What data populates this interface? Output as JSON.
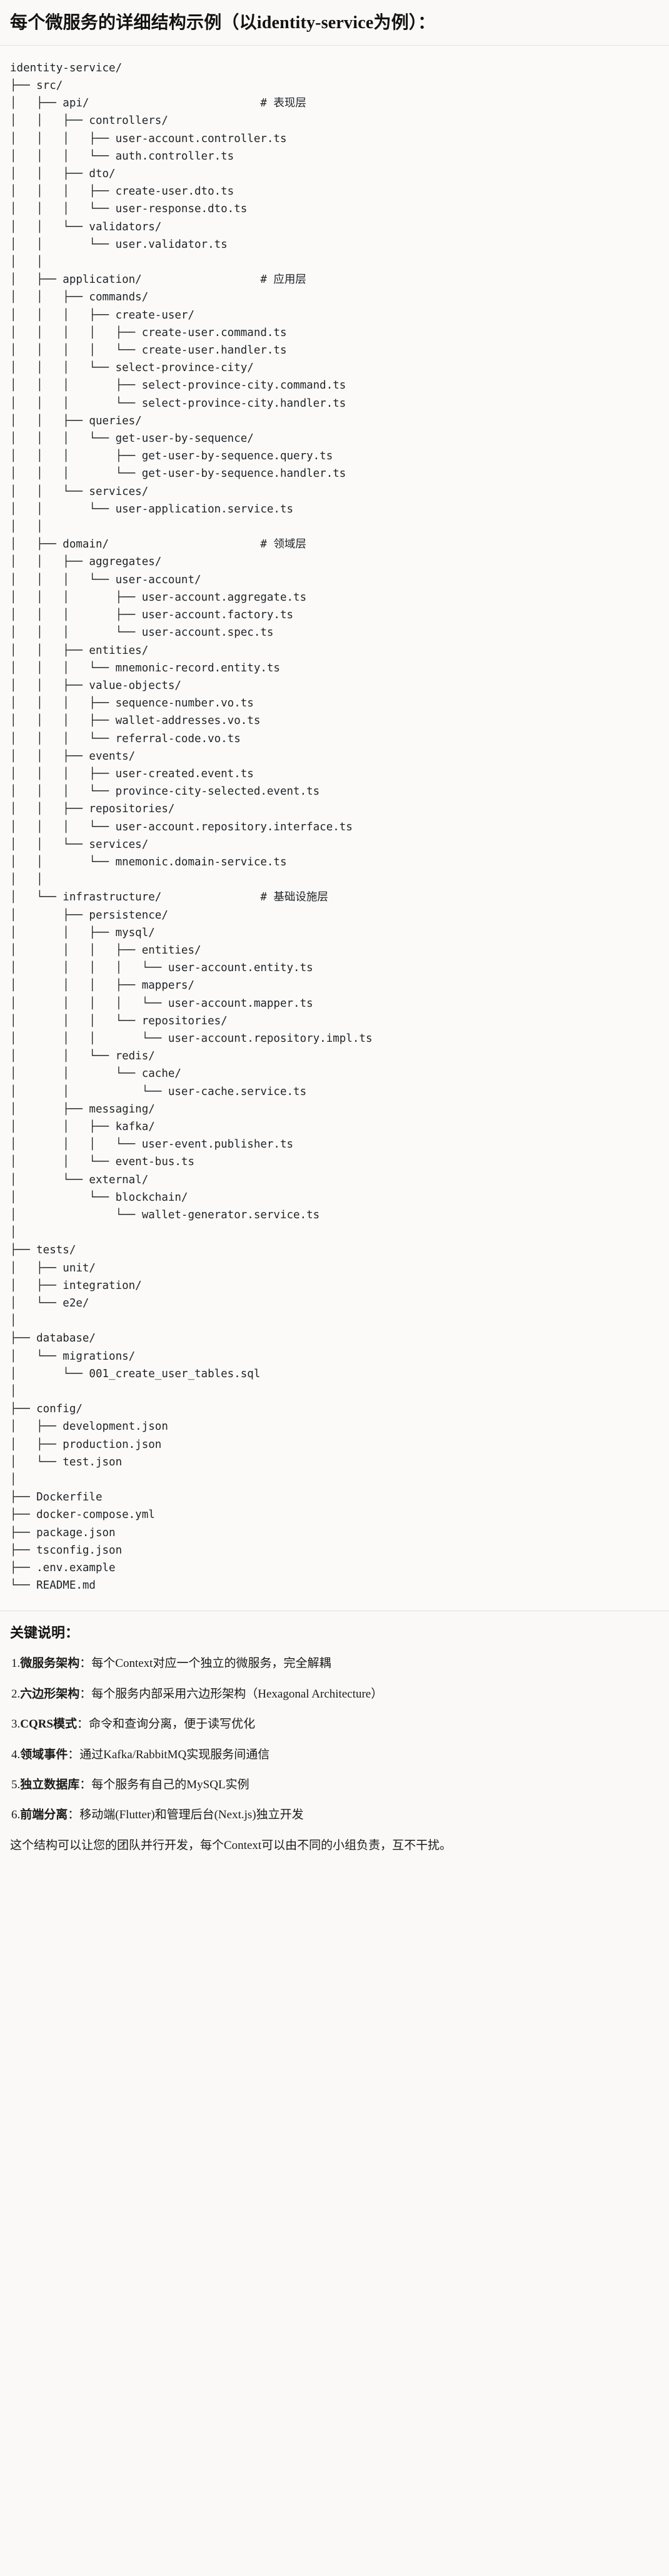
{
  "header": {
    "title": "每个微服务的详细结构示例（以identity-service为例）："
  },
  "tree": {
    "root": "identity-service/",
    "comments": {
      "api": "# 表现层",
      "application": "# 应用层",
      "domain": "# 领域层",
      "infrastructure": "# 基础设施层"
    },
    "text": "identity-service/\n├── src/\n│   ├── api/                          # 表现层\n│   │   ├── controllers/\n│   │   │   ├── user-account.controller.ts\n│   │   │   └── auth.controller.ts\n│   │   ├── dto/\n│   │   │   ├── create-user.dto.ts\n│   │   │   └── user-response.dto.ts\n│   │   └── validators/\n│   │       └── user.validator.ts\n│   │\n│   ├── application/                  # 应用层\n│   │   ├── commands/\n│   │   │   ├── create-user/\n│   │   │   │   ├── create-user.command.ts\n│   │   │   │   └── create-user.handler.ts\n│   │   │   └── select-province-city/\n│   │   │       ├── select-province-city.command.ts\n│   │   │       └── select-province-city.handler.ts\n│   │   ├── queries/\n│   │   │   └── get-user-by-sequence/\n│   │   │       ├── get-user-by-sequence.query.ts\n│   │   │       └── get-user-by-sequence.handler.ts\n│   │   └── services/\n│   │       └── user-application.service.ts\n│   │\n│   ├── domain/                       # 领域层\n│   │   ├── aggregates/\n│   │   │   └── user-account/\n│   │   │       ├── user-account.aggregate.ts\n│   │   │       ├── user-account.factory.ts\n│   │   │       └── user-account.spec.ts\n│   │   ├── entities/\n│   │   │   └── mnemonic-record.entity.ts\n│   │   ├── value-objects/\n│   │   │   ├── sequence-number.vo.ts\n│   │   │   ├── wallet-addresses.vo.ts\n│   │   │   └── referral-code.vo.ts\n│   │   ├── events/\n│   │   │   ├── user-created.event.ts\n│   │   │   └── province-city-selected.event.ts\n│   │   ├── repositories/\n│   │   │   └── user-account.repository.interface.ts\n│   │   └── services/\n│   │       └── mnemonic.domain-service.ts\n│   │\n│   └── infrastructure/               # 基础设施层\n│       ├── persistence/\n│       │   ├── mysql/\n│       │   │   ├── entities/\n│       │   │   │   └── user-account.entity.ts\n│       │   │   ├── mappers/\n│       │   │   │   └── user-account.mapper.ts\n│       │   │   └── repositories/\n│       │   │       └── user-account.repository.impl.ts\n│       │   └── redis/\n│       │       └── cache/\n│       │           └── user-cache.service.ts\n│       ├── messaging/\n│       │   ├── kafka/\n│       │   │   └── user-event.publisher.ts\n│       │   └── event-bus.ts\n│       └── external/\n│           └── blockchain/\n│               └── wallet-generator.service.ts\n│\n├── tests/\n│   ├── unit/\n│   ├── integration/\n│   └── e2e/\n│\n├── database/\n│   └── migrations/\n│       └── 001_create_user_tables.sql\n│\n├── config/\n│   ├── development.json\n│   ├── production.json\n│   └── test.json\n│\n├── Dockerfile\n├── docker-compose.yml\n├── package.json\n├── tsconfig.json\n├── .env.example\n└── README.md"
  },
  "notes": {
    "title": "关键说明：",
    "items": [
      {
        "num": "1.",
        "term": "微服务架构",
        "sep": "：",
        "desc": "每个Context对应一个独立的微服务，完全解耦"
      },
      {
        "num": "2.",
        "term": "六边形架构",
        "sep": "：",
        "desc": "每个服务内部采用六边形架构（Hexagonal Architecture）"
      },
      {
        "num": "3.",
        "term": "CQRS模式",
        "sep": "：",
        "desc": "命令和查询分离，便于读写优化"
      },
      {
        "num": "4.",
        "term": "领域事件",
        "sep": "：",
        "desc": "通过Kafka/RabbitMQ实现服务间通信"
      },
      {
        "num": "5.",
        "term": "独立数据库",
        "sep": "：",
        "desc": "每个服务有自己的MySQL实例"
      },
      {
        "num": "6.",
        "term": "前端分离",
        "sep": "：",
        "desc": "移动端(Flutter)和管理后台(Next.js)独立开发"
      }
    ],
    "closing": "这个结构可以让您的团队并行开发，每个Context可以由不同的小组负责，互不干扰。"
  },
  "colors": {
    "page_background": "#faf9f7",
    "code_background": "#fbfaf8",
    "text": "#1a1a1a",
    "code_text": "#1e2227",
    "rule": "#e3e0db"
  }
}
